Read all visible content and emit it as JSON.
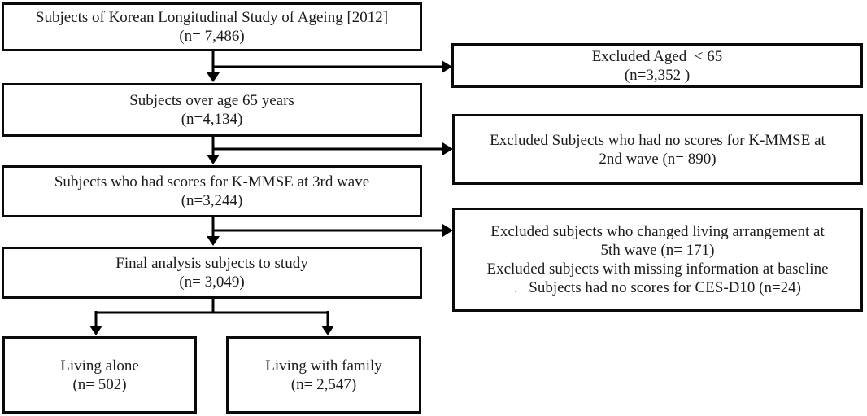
{
  "flow": {
    "source": {
      "line1": "Subjects of Korean Longitudinal Study of Ageing [2012]",
      "line2": "(n= 7,486)"
    },
    "over65": {
      "line1": "Subjects over age 65 years",
      "line2": "(n=4,134)"
    },
    "kmmse3": {
      "line1": "Subjects who had scores for K-MMSE at 3rd wave",
      "line2": "(n=3,244)"
    },
    "final": {
      "line1": "Final analysis subjects to study",
      "line2": "(n= 3,049)"
    },
    "alone": {
      "line1": "Living alone",
      "line2": "(n= 502)"
    },
    "family": {
      "line1": "Living with family",
      "line2": "(n= 2,547)"
    }
  },
  "excluded": {
    "age": {
      "line1": "Excluded Aged  < 65",
      "line2": "(n=3,352 )"
    },
    "wave2": {
      "line1": "Excluded Subjects who had no scores for K-MMSE at",
      "line2": "2nd wave (n= 890)"
    },
    "wave5": {
      "line1": "Excluded subjects who changed living arrangement at",
      "line2": "5th wave (n= 171)",
      "line3": "Excluded subjects with missing information at baseline",
      "line4_dot": ".",
      "line4": "Subjects had no scores for CES-D10 (n=24)"
    }
  },
  "colors": {
    "border": "#0a0a0a",
    "text": "#1c1c1c",
    "background": "#ffffff",
    "arrow": "#000000"
  }
}
